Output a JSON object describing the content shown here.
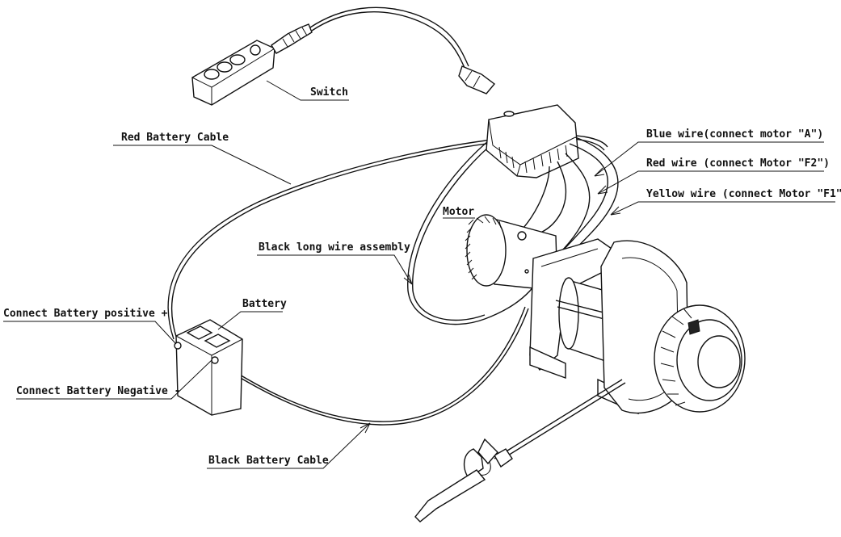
{
  "labels": {
    "switch": "Switch",
    "red_battery_cable": "Red Battery Cable",
    "blue_wire": "Blue wire(connect motor \"A\")",
    "red_wire": "Red wire (connect Motor \"F2\")",
    "yellow_wire": "Yellow wire (connect Motor \"F1\")",
    "motor": "Motor",
    "black_long_wire": "Black long wire assembly",
    "battery": "Battery",
    "connect_positive": "Connect Battery positive +",
    "connect_negative": "Connect Battery Negative -",
    "black_battery_cable": "Black Battery Cable"
  }
}
